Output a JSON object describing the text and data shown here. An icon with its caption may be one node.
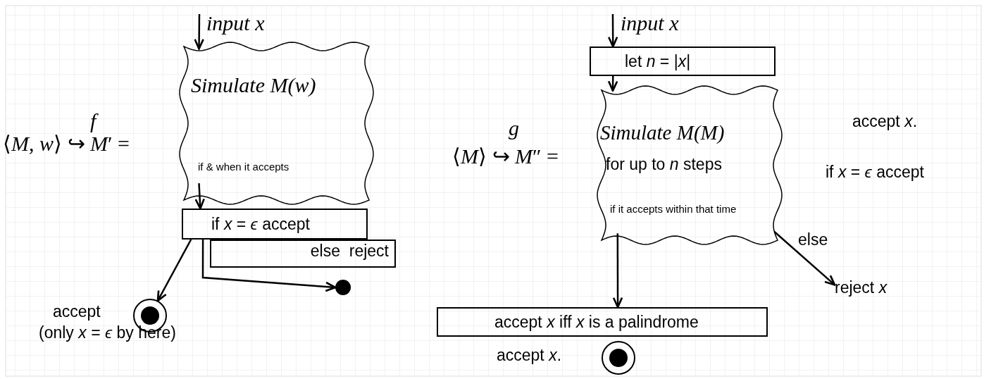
{
  "diagram": {
    "nodes": [
      {
        "text": [
          "Simulate *M*(*w*)",
          "if & when it accepts"
        ]
      },
      {
        "text": [
          "if *x* = *ϵ* accept"
        ]
      },
      {
        "text": [
          "else  reject"
        ]
      },
      {
        "text": [],
        "shape": "circle"
      },
      {
        "text": [],
        "shape": "circle",
        "beside": [
          "accept",
          "(only *x* = *ϵ* by here)"
        ]
      },
      {
        "text": [
          "let *n* = |*x*|"
        ]
      },
      {
        "text": [
          "Simulate *M*(*M*)",
          "for up to *n* steps",
          "if it accepts within that time"
        ]
      },
      {
        "text": [
          "reject *x*"
        ]
      },
      {
        "text": [
          "accept *x* iff *x* is a palindrome"
        ]
      },
      {
        "text": [],
        "shape": "circle"
      }
    ],
    "edges": [
      {
        "from": null,
        "to": 0,
        "arrow": "to"
      },
      {
        "from": 0,
        "to": 1,
        "arrow": "to"
      },
      {
        "from": 1,
        "to": 4,
        "arrow": "to"
      },
      {
        "from": 1,
        "to": 3,
        "arrow": "to"
      },
      {
        "from": null,
        "to": 5,
        "arrow": "to"
      },
      {
        "from": 5,
        "to": 6,
        "arrow": "to"
      },
      {
        "from": 6,
        "to": 8,
        "arrow": "to"
      },
      {
        "from": 6,
        "to": 7,
        "arrow": "to",
        "label": "else"
      }
    ],
    "labels": [
      "input x",
      "⟨*M*, *w*⟩ ↪ *M*′ =",
      "f",
      "input x",
      "⟨*M*⟩ ↪ *M*″ =",
      "g",
      "accept *x*.",
      "if *x* = *ϵ* accept",
      "accept *x*."
    ]
  }
}
